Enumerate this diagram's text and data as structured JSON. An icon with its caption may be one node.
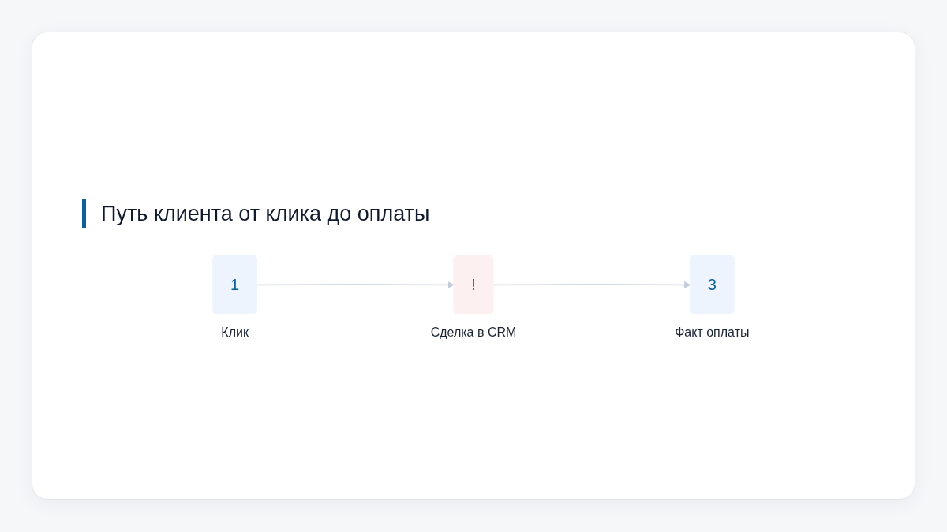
{
  "diagram": {
    "title": "Путь клиента от клика до оплаты",
    "nodes": [
      {
        "text": [
          "1"
        ],
        "beside": [
          "Клик"
        ]
      },
      {
        "text": [
          "!"
        ],
        "beside": [
          "Сделка в CRM"
        ]
      },
      {
        "text": [
          "3"
        ],
        "beside": [
          "Факт оплаты"
        ]
      }
    ],
    "edges": [
      {
        "from": 0,
        "to": 1,
        "arrow": "to"
      },
      {
        "from": 1,
        "to": 2,
        "arrow": "to"
      }
    ]
  }
}
